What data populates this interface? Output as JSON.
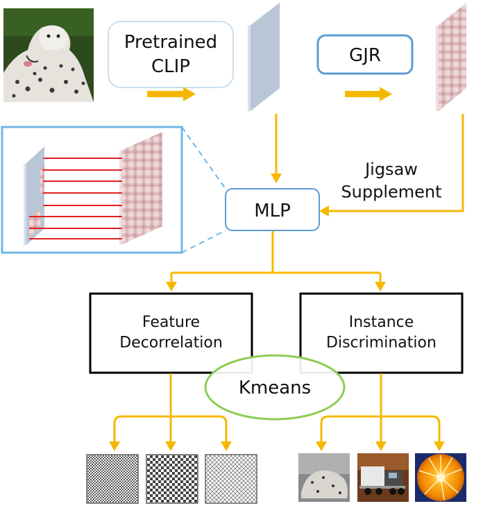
{
  "nodes": {
    "clip": "Pretrained CLIP",
    "gjr": "GJR",
    "mlp": "MLP",
    "jigsaw": "Jigsaw Supplement",
    "feature": "Feature Decorrelation",
    "instance": "Instance Discrimination",
    "kmeans": "Kmeans"
  },
  "colors": {
    "arrow": "#f5b800",
    "blue_border": "#5b9bd5",
    "light_blue_border": "#bdd7ee",
    "inset_border": "#6fb6e6",
    "red_line": "#e02020",
    "green": "#8ccc52",
    "black": "#000000"
  }
}
